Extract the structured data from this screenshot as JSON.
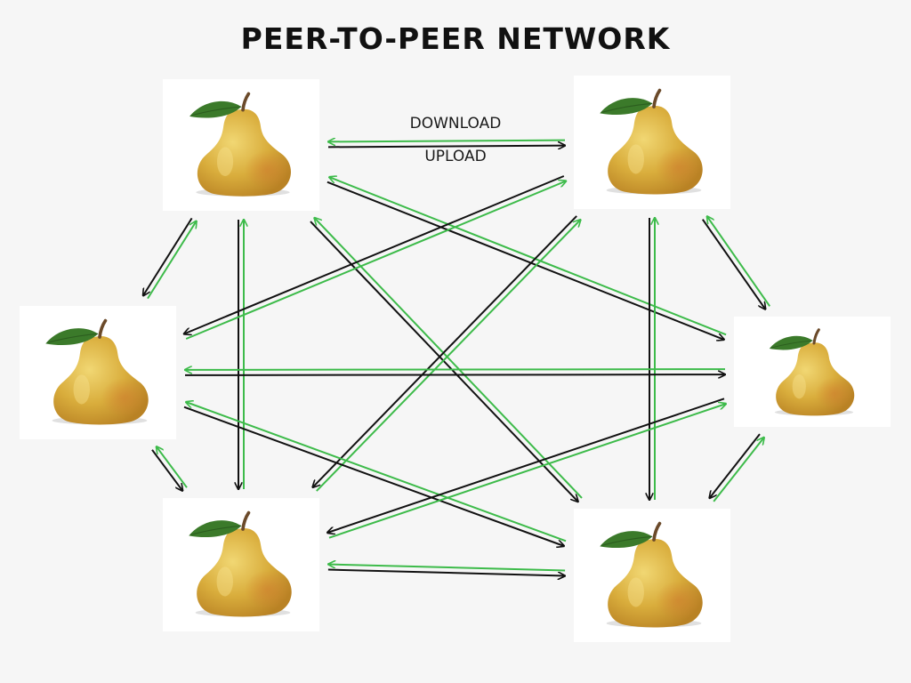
{
  "title": "PEER-TO-PEER NETWORK",
  "labels": {
    "download": "DOWNLOAD",
    "upload": "UPLOAD"
  },
  "peers": [
    {
      "id": "top-left",
      "icon": "pear-icon"
    },
    {
      "id": "top-right",
      "icon": "pear-icon"
    },
    {
      "id": "middle-left",
      "icon": "pear-icon"
    },
    {
      "id": "middle-right",
      "icon": "pear-icon"
    },
    {
      "id": "bottom-left",
      "icon": "pear-icon"
    },
    {
      "id": "bottom-right",
      "icon": "pear-icon"
    }
  ],
  "links": [
    {
      "from": "top-left",
      "to": "top-right",
      "download": "black",
      "upload": "green"
    },
    {
      "from": "top-left",
      "to": "middle-left",
      "download": "black",
      "upload": "green"
    },
    {
      "from": "top-left",
      "to": "middle-right",
      "download": "black",
      "upload": "green"
    },
    {
      "from": "top-left",
      "to": "bottom-left",
      "download": "black",
      "upload": "green"
    },
    {
      "from": "top-left",
      "to": "bottom-right",
      "download": "black",
      "upload": "green"
    },
    {
      "from": "top-right",
      "to": "middle-left",
      "download": "black",
      "upload": "green"
    },
    {
      "from": "top-right",
      "to": "middle-right",
      "download": "black",
      "upload": "green"
    },
    {
      "from": "top-right",
      "to": "bottom-left",
      "download": "black",
      "upload": "green"
    },
    {
      "from": "top-right",
      "to": "bottom-right",
      "download": "black",
      "upload": "green"
    },
    {
      "from": "middle-left",
      "to": "middle-right",
      "download": "black",
      "upload": "green"
    },
    {
      "from": "middle-left",
      "to": "bottom-left",
      "download": "black",
      "upload": "green"
    },
    {
      "from": "middle-left",
      "to": "bottom-right",
      "download": "black",
      "upload": "green"
    },
    {
      "from": "middle-right",
      "to": "bottom-left",
      "download": "black",
      "upload": "green"
    },
    {
      "from": "middle-right",
      "to": "bottom-right",
      "download": "black",
      "upload": "green"
    },
    {
      "from": "bottom-left",
      "to": "bottom-right",
      "download": "black",
      "upload": "green"
    }
  ],
  "colors": {
    "background": "#f6f6f6",
    "peer_box": "#ffffff",
    "download_arrow": "#111111",
    "upload_arrow": "#3dbb4a",
    "pear_body": "#d9ad3c",
    "pear_highlight": "#eed06a",
    "pear_blush": "#cf7f32",
    "leaf": "#3b7a2a",
    "stem": "#6b4a2a"
  }
}
